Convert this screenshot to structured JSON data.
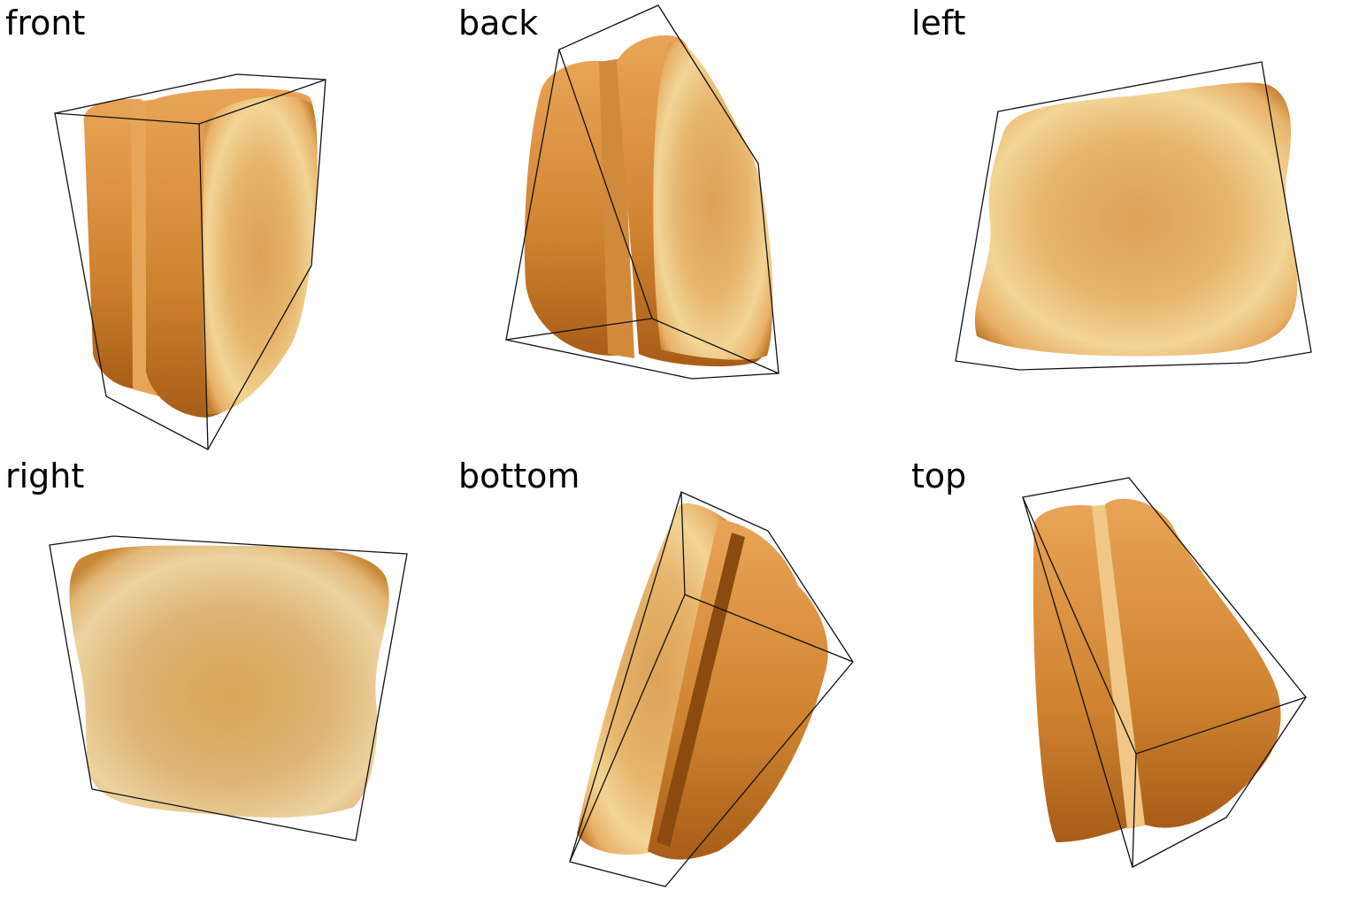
{
  "colors": {
    "background": "#ffffff",
    "crust_dark": "#b86a1e",
    "crust_mid": "#d98f3a",
    "crust_light": "#efb267",
    "crumb_light": "#f0cf8c",
    "crumb_center": "#dca257",
    "bbox_stroke": "#111111"
  },
  "views": [
    {
      "label": "front"
    },
    {
      "label": "back"
    },
    {
      "label": "left"
    },
    {
      "label": "right"
    },
    {
      "label": "bottom"
    },
    {
      "label": "top"
    }
  ]
}
